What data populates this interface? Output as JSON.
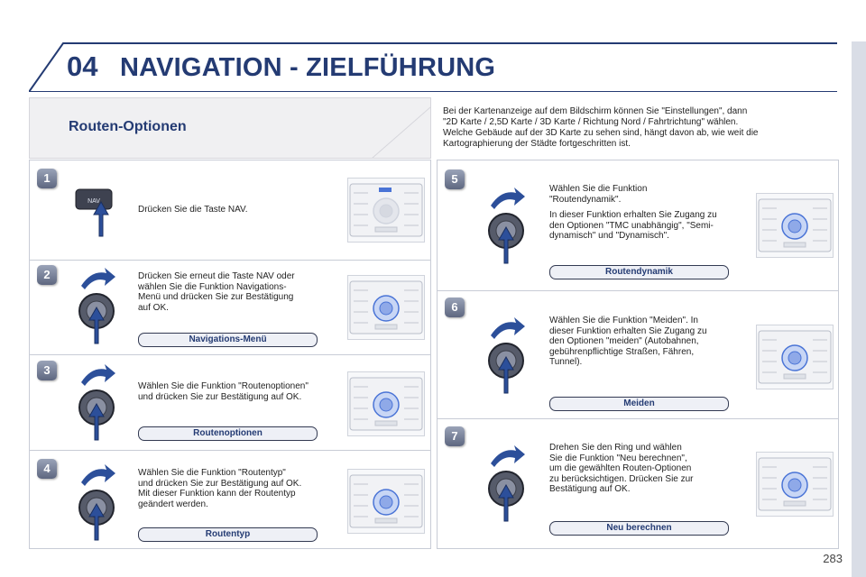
{
  "header": {
    "chapter": "04",
    "title": "NAVIGATION - ZIELFÜHRUNG"
  },
  "section": {
    "title": "Routen-Optionen"
  },
  "intro": {
    "lines": [
      "Bei der Kartenanzeige auf dem Bildschirm können Sie \"Einstellungen\", dann",
      "\"2D Karte / 2,5D Karte / 3D Karte / Richtung Nord / Fahrtrichtung\" wählen.",
      "Welche Gebäude auf der 3D Karte zu sehen sind, hängt davon ab, wie weit die",
      "Kartographierung der Städte fortgeschritten ist."
    ]
  },
  "steps": [
    {
      "number": "1",
      "icon": "nav-button-icon",
      "icon_label": "NAV",
      "lines": [
        "Drücken Sie die Taste NAV."
      ],
      "label": ""
    },
    {
      "number": "2",
      "icon": "rotary-knob-icon",
      "lines": [
        "Drücken Sie erneut die Taste NAV oder",
        "wählen Sie die Funktion Navigations-",
        "Menü und drücken Sie zur Bestätigung",
        "auf OK."
      ],
      "label": "Navigations-Menü"
    },
    {
      "number": "3",
      "icon": "rotary-knob-icon",
      "lines": [
        "Wählen Sie die Funktion \"Routenoptionen\"",
        "und drücken Sie zur Bestätigung auf OK."
      ],
      "label": "Routenoptionen"
    },
    {
      "number": "4",
      "icon": "rotary-knob-icon",
      "lines": [
        "Wählen Sie die Funktion \"Routentyp\"",
        "und drücken Sie zur Bestätigung auf OK.",
        "Mit dieser Funktion kann der Routentyp",
        "geändert werden."
      ],
      "label": "Routentyp"
    },
    {
      "number": "5",
      "icon": "rotary-knob-icon",
      "lines": [
        "Wählen Sie die Funktion",
        "\"Routendynamik\".",
        "In dieser Funktion erhalten Sie Zugang zu",
        "den Optionen \"TMC unabhängig\", \"Semi-",
        "dynamisch\" und \"Dynamisch\"."
      ],
      "label": "Routendynamik"
    },
    {
      "number": "6",
      "icon": "rotary-knob-icon",
      "lines": [
        "Wählen Sie die Funktion \"Meiden\". In",
        "dieser Funktion erhalten Sie Zugang zu",
        "den Optionen \"meiden\" (Autobahnen,",
        "gebührenpflichtige Straßen, Fähren,",
        "Tunnel)."
      ],
      "label": "Meiden"
    },
    {
      "number": "7",
      "icon": "rotary-knob-icon",
      "lines": [
        "Drehen Sie den Ring und wählen",
        "Sie die Funktion \"Neu berechnen\",",
        "um die gewählten Routen-Optionen",
        "zu berücksichtigen. Drücken Sie zur",
        "Bestätigung auf OK."
      ],
      "label": "Neu berechnen"
    }
  ],
  "page_number": "283",
  "colors": {
    "title_blue": "#243b73",
    "knob_highlight": "#4a74d6",
    "arrow_blue": "#2c4f9a"
  }
}
